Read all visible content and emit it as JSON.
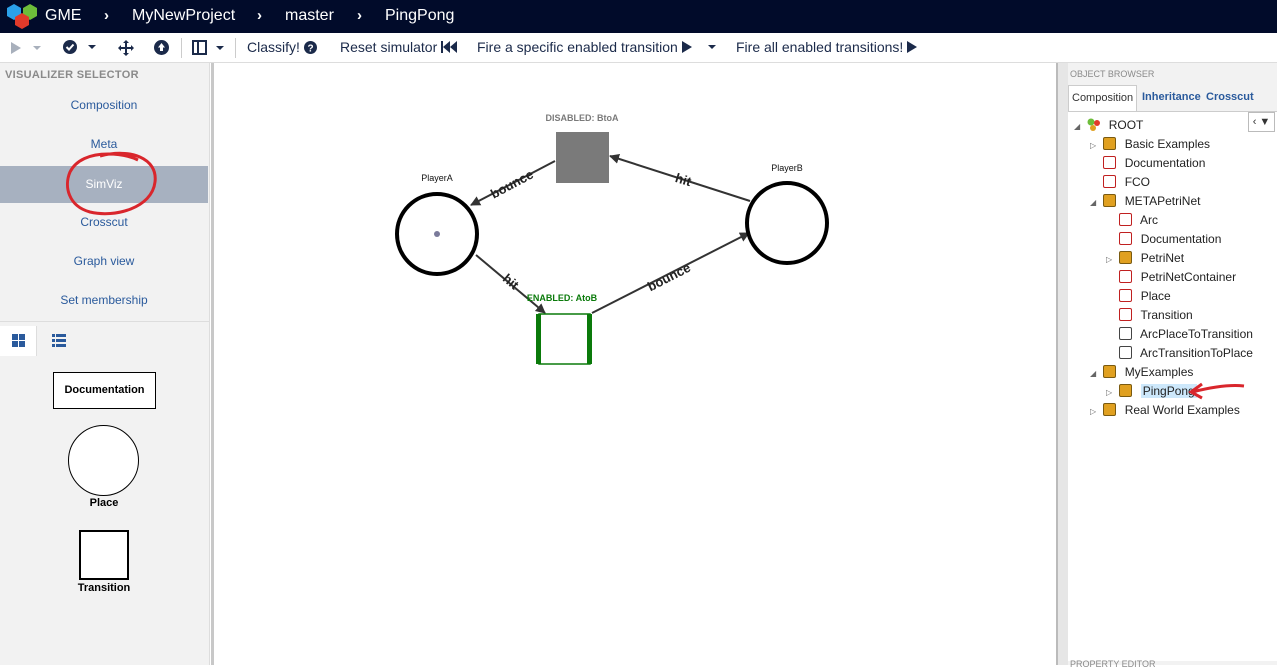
{
  "header": {
    "app": "GME",
    "project": "MyNewProject",
    "branch": "master",
    "model": "PingPong"
  },
  "toolbar": {
    "classify": "Classify!",
    "reset": "Reset simulator",
    "fire_specific": "Fire a specific enabled transition",
    "fire_all": "Fire all enabled transitions!"
  },
  "visualizer": {
    "title": "VISUALIZER SELECTOR",
    "items": [
      {
        "label": "Composition"
      },
      {
        "label": "Meta"
      },
      {
        "label": "SimViz"
      },
      {
        "label": "Crosscut"
      },
      {
        "label": "Graph view"
      },
      {
        "label": "Set membership"
      }
    ],
    "active": "SimViz"
  },
  "palette": {
    "documentation": "Documentation",
    "place": "Place",
    "transition": "Transition"
  },
  "canvas": {
    "disabled_label": "DISABLED: BtoA",
    "enabled_label": "ENABLED: AtoB",
    "playerA": "PlayerA",
    "playerB": "PlayerB",
    "arc_bounce_top": "bounce",
    "arc_hit_top": "hit",
    "arc_hit_bottom": "hit",
    "arc_bounce_bottom": "bounce",
    "colors": {
      "enabled": "#0a7a0a",
      "disabled": "#7a7a7a"
    },
    "tokens_playerA": 1,
    "tokens_playerB": 0
  },
  "object_browser": {
    "title": "OBJECT BROWSER",
    "tabs": [
      "Composition",
      "Inheritance",
      "Crosscut"
    ],
    "tree": [
      {
        "label": "ROOT"
      },
      {
        "label": "Basic Examples"
      },
      {
        "label": "Documentation"
      },
      {
        "label": "FCO"
      },
      {
        "label": "METAPetriNet"
      },
      {
        "label": "Arc"
      },
      {
        "label": "Documentation"
      },
      {
        "label": "PetriNet"
      },
      {
        "label": "PetriNetContainer"
      },
      {
        "label": "Place"
      },
      {
        "label": "Transition"
      },
      {
        "label": "ArcPlaceToTransition"
      },
      {
        "label": "ArcTransitionToPlace"
      },
      {
        "label": "MyExamples"
      },
      {
        "label": "PingPong"
      },
      {
        "label": "Real World Examples"
      }
    ]
  },
  "property_editor": {
    "title": "PROPERTY EDITOR"
  },
  "annotation_color": "#d9262c"
}
